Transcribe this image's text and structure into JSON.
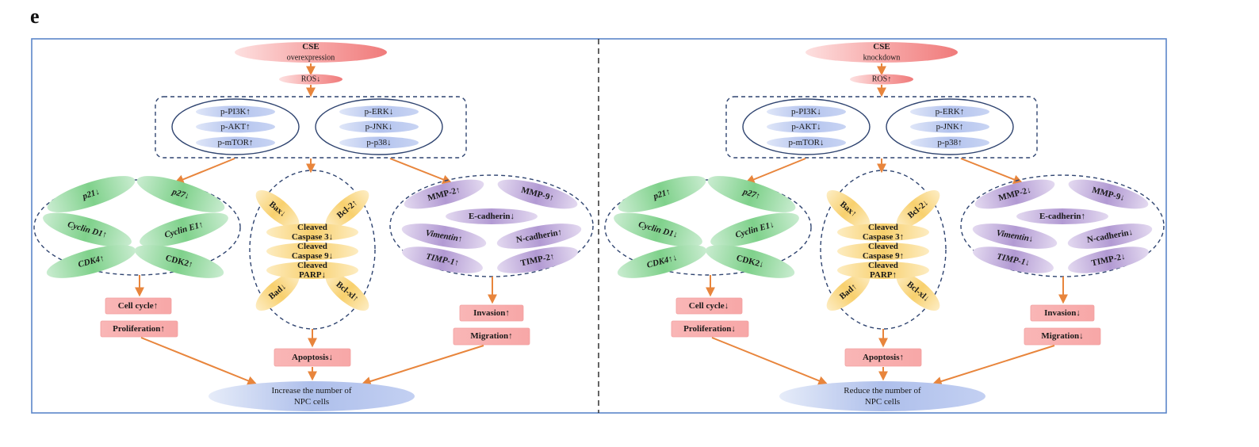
{
  "panel_letter": "e",
  "colors": {
    "frame": "#5b86c9",
    "arrow": "#e8853c",
    "dash": "#2f4470",
    "pink": "#f38a8a",
    "pill": "#f6a3a3",
    "blue_pill": "#a8b8e8",
    "blue_ellipse": "#aec2ea",
    "green": "#6fca7c",
    "yellow": "#f7cf6b",
    "purple": "#ad95cf"
  },
  "panels": [
    {
      "cse": [
        "CSE",
        "overexpression"
      ],
      "ros": "ROS↓",
      "pi3k": [
        "p-PI3K↑",
        "p-AKT↑",
        "p-mTOR↑"
      ],
      "mapk": [
        "p-ERK↓",
        "p-JNK↓",
        "p-p38↓"
      ],
      "cycle": [
        "p21↓",
        "p27↓",
        "Cyclin D1↑",
        "Cyclin E1↑",
        "CDK4↑",
        "CDK2↑"
      ],
      "apop_side": [
        "Bax↓",
        "Bcl-2↑",
        "Bad↓",
        "Bcl-xl↑"
      ],
      "apop_center": [
        [
          "Cleaved",
          "Caspase 3↓"
        ],
        [
          "Cleaved",
          "Caspase 9↓"
        ],
        [
          "Cleaved",
          "PARP↓"
        ]
      ],
      "emt": [
        "MMP-2↑",
        "MMP-9↑",
        "E-cadherin↓",
        "Vimentin↑",
        "N-cadherin↑",
        "TIMP-1↑",
        "TIMP-2↑"
      ],
      "out_cycle": [
        "Cell cycle↑",
        "Proliferation↑"
      ],
      "out_apop": "Apoptosis↓",
      "out_emt": [
        "Invasion↑",
        "Migration↑"
      ],
      "result": [
        "Increase the number of",
        "NPC cells"
      ]
    },
    {
      "cse": [
        "CSE",
        "knockdown"
      ],
      "ros": "ROS↑",
      "pi3k": [
        "p-PI3K↓",
        "p-AKT↓",
        "p-mTOR↓"
      ],
      "mapk": [
        "p-ERK↑",
        "p-JNK↑",
        "p-p38↑"
      ],
      "cycle": [
        "p21↑",
        "p27↑",
        "Cyclin D1↓",
        "Cyclin E1↓",
        "CDK4↑↓",
        "CDK2↓"
      ],
      "apop_side": [
        "Bax↑",
        "Bcl-2↓",
        "Bad↑",
        "Bcl-xl↓"
      ],
      "apop_center": [
        [
          "Cleaved",
          "Caspase 3↑"
        ],
        [
          "Cleaved",
          "Caspase 9↑"
        ],
        [
          "Cleaved",
          "PARP↑"
        ]
      ],
      "emt": [
        "MMP-2↓",
        "MMP-9↓",
        "E-cadherin↑",
        "Vimentin↓",
        "N-cadherin↓",
        "TIMP-1↓",
        "TIMP-2↓"
      ],
      "out_cycle": [
        "Cell cycle↓",
        "Proliferation↓"
      ],
      "out_apop": "Apoptosis↑",
      "out_emt": [
        "Invasion↓",
        "Migration↓"
      ],
      "result": [
        "Reduce the number of",
        "NPC cells"
      ]
    }
  ]
}
